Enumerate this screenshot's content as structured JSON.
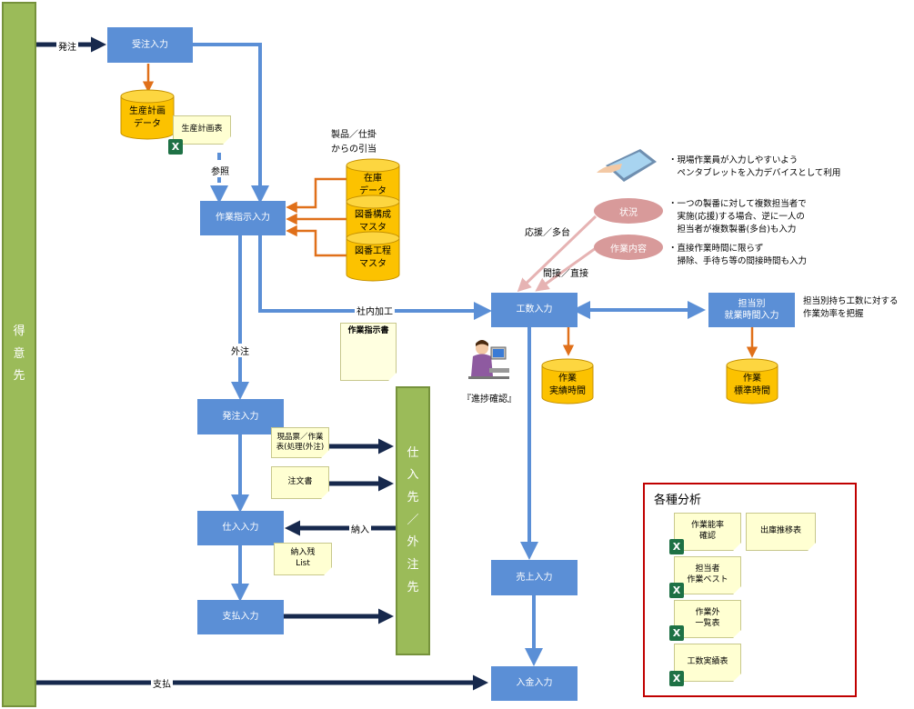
{
  "customer": {
    "label": "得意先"
  },
  "supplier": {
    "label": "仕入先／外注先"
  },
  "processes": {
    "order_entry": "受注入力",
    "work_instruction": "作業指示入力",
    "purchase_order": "発注入力",
    "purchase_receipt": "仕入入力",
    "payment_entry": "支払入力",
    "man_hour": "工数入力",
    "person_hours": "担当別\n就業時間入力",
    "sales_entry": "売上入力",
    "receipt_entry": "入金入力"
  },
  "databases": {
    "production_plan": "生産計画\nデータ",
    "inventory": "在庫\nデータ",
    "drawing_structure": "図番構成\nマスタ",
    "drawing_process": "図番工程\nマスタ",
    "work_actual": "作業\n実績時間",
    "work_standard": "作業\n標準時間"
  },
  "documents": {
    "production_plan_sheet": "生産計画表",
    "current_item_ticket": "現品票／作業\n表(処理(外注)",
    "order_sheet": "注文書",
    "delivery_remaining": "納入残\nList",
    "work_instruction_sheet": "作業指示書"
  },
  "labels": {
    "order": "発注",
    "reference": "参照",
    "product_allocation": "製品／仕掛\nからの引当",
    "in_house": "社内加工",
    "outsource": "外注",
    "delivery": "納入",
    "payment": "支払",
    "support_multi": "応援／多台",
    "indirect_direct": "間接／直接",
    "progress_check": "『進捗確認』",
    "person_efficiency": "担当別持ち工数に対する\n作業効率を把握"
  },
  "bubbles": {
    "status": "状況",
    "work_content": "作業内容"
  },
  "notes": [
    "・現場作業員が入力しやすいよう\n　ペンタブレットを入力デバイスとして利用",
    "・一つの製番に対して複数担当者で\n　実施(応援)する場合、逆に一人の\n　担当者が複数製番(多台)も入力",
    "・直接作業時間に限らず\n　掃除、手待ち等の間接時間も入力"
  ],
  "analysis": {
    "title": "各種分析",
    "items": [
      "作業能率\n確認",
      "出庫推移表",
      "担当者\n作業ベスト",
      "作業外\n一覧表",
      "工数実績表"
    ]
  },
  "icons": {
    "excel": "X"
  },
  "colors": {
    "process_blue": "#5b8fd6",
    "db_yellow": "#fcc200",
    "bar_green": "#9bbb59",
    "arrow_orange": "#e0701a",
    "arrow_navy": "#17294d",
    "bubble_pink": "#d89a9a",
    "analysis_red": "#c00000"
  }
}
